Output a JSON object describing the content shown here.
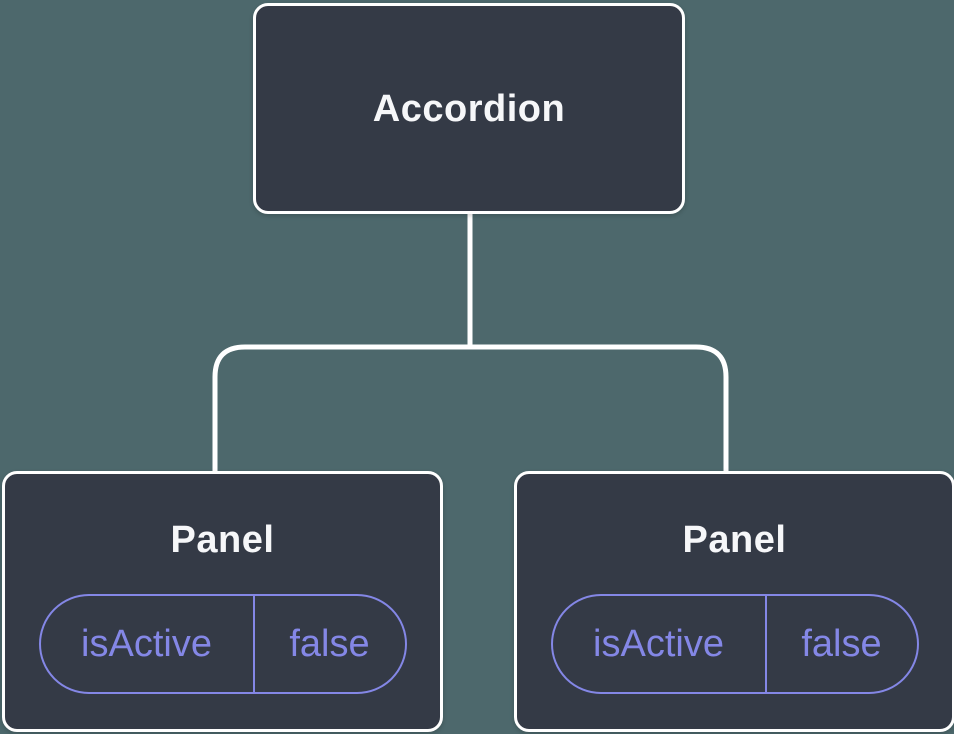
{
  "diagram": {
    "description": "Component tree: Accordion parent with two Panel children holding state",
    "root": {
      "label": "Accordion"
    },
    "children": [
      {
        "label": "Panel",
        "prop_name": "isActive",
        "prop_value": "false"
      },
      {
        "label": "Panel",
        "prop_name": "isActive",
        "prop_value": "false"
      }
    ],
    "colors": {
      "background": "#4d686c",
      "node_fill": "#343a46",
      "node_border": "#ffffff",
      "connector": "#ffffff",
      "title_text": "#f6f7f9",
      "state_accent": "#8487e6"
    }
  }
}
